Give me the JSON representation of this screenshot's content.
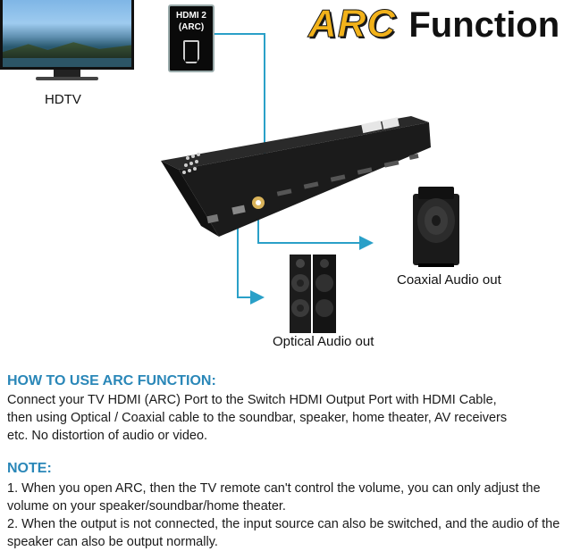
{
  "title": {
    "arc": "ARC",
    "function": "Function"
  },
  "tv": {
    "label": "HDTV"
  },
  "hdmi_callout": {
    "line1": "HDMI 2",
    "line2": "(ARC)"
  },
  "speakers": {
    "coaxial_label": "Coaxial Audio out",
    "optical_label": "Optical Audio out"
  },
  "colors": {
    "arrow": "#2aa0c8",
    "heading": "#2a87b8",
    "arc_gold": "#f2b21a"
  },
  "how_to": {
    "heading": "HOW TO USE ARC FUNCTION:",
    "lines": [
      "Connect your TV HDMI (ARC) Port to the Switch HDMI Output Port with HDMI Cable,",
      "then using Optical / Coaxial cable to the soundbar, speaker, home theater, AV receivers",
      "etc. No distortion of audio or video."
    ]
  },
  "note": {
    "heading": "NOTE:",
    "lines": [
      "1. When you open ARC, then the TV remote can't control the volume, you can only adjust the",
      "volume on your speaker/soundbar/home theater.",
      "2. When the output is not connected, the input source can also be switched, and the audio of the",
      "speaker can also be output normally."
    ]
  }
}
